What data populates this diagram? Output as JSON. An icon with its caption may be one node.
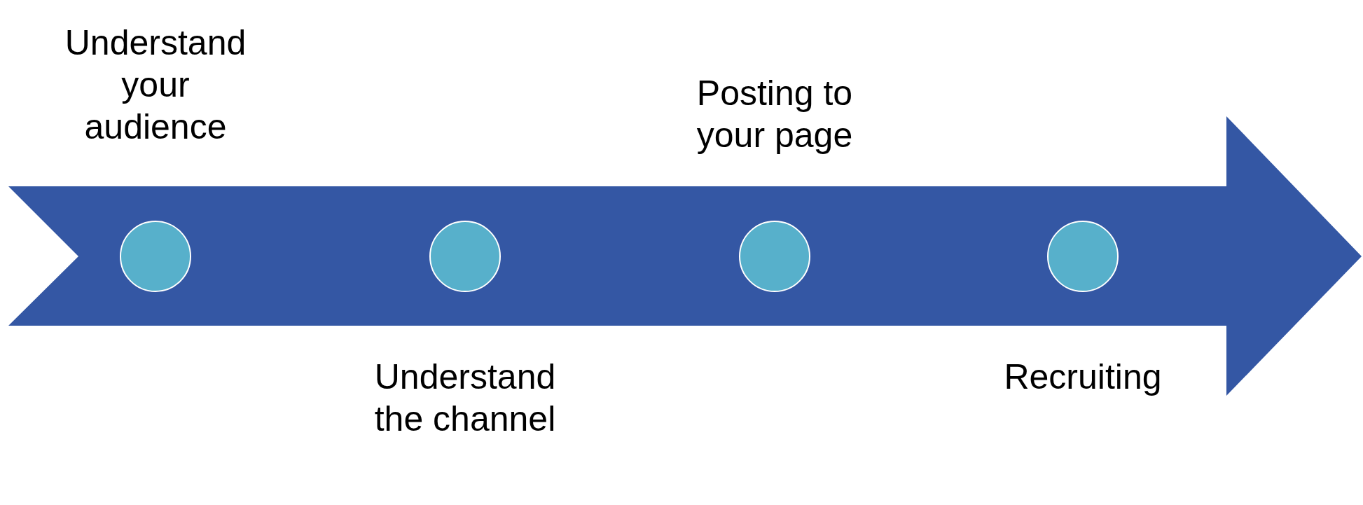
{
  "diagram": {
    "nodes": [
      {
        "text": [
          "Understand your audience"
        ]
      },
      {
        "text": [
          "Understand the channel"
        ]
      },
      {
        "text": [
          "Posting to your page"
        ]
      },
      {
        "text": [
          "Recruiting"
        ]
      }
    ]
  }
}
